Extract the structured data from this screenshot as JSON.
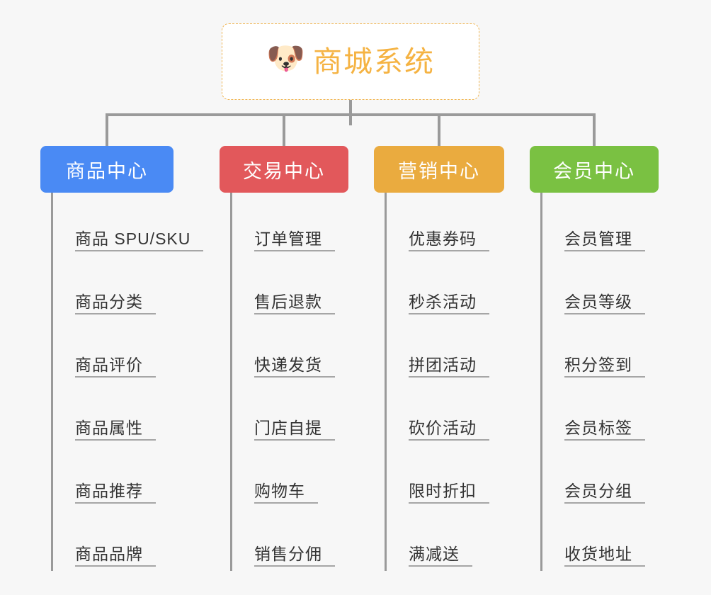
{
  "page": {
    "background_color": "#f7f7f7",
    "type": "mindmap"
  },
  "root": {
    "icon": "dog-face-emoji",
    "icon_glyph": "🐶",
    "title": "商城系统",
    "title_color": "#f5b343",
    "border_color": "#f0b654",
    "border_style": "dashed",
    "background_color": "#ffffff"
  },
  "branches": [
    {
      "label": "商品中心",
      "color": "#4a8af4",
      "items": [
        "商品 SPU/SKU",
        "商品分类",
        "商品评价",
        "商品属性",
        "商品推荐",
        "商品品牌"
      ]
    },
    {
      "label": "交易中心",
      "color": "#e2585b",
      "items": [
        "订单管理",
        "售后退款",
        "快递发货",
        "门店自提",
        "购物车",
        "销售分佣"
      ]
    },
    {
      "label": "营销中心",
      "color": "#eaab3f",
      "items": [
        "优惠券码",
        "秒杀活动",
        "拼团活动",
        "砍价活动",
        "限时折扣",
        "满减送"
      ]
    },
    {
      "label": "会员中心",
      "color": "#7ac142",
      "items": [
        "会员管理",
        "会员等级",
        "积分签到",
        "会员标签",
        "会员分组",
        "收货地址"
      ]
    }
  ],
  "connector": {
    "color": "#9a9a9a",
    "leaf_underline_color": "#a6a6a6"
  }
}
